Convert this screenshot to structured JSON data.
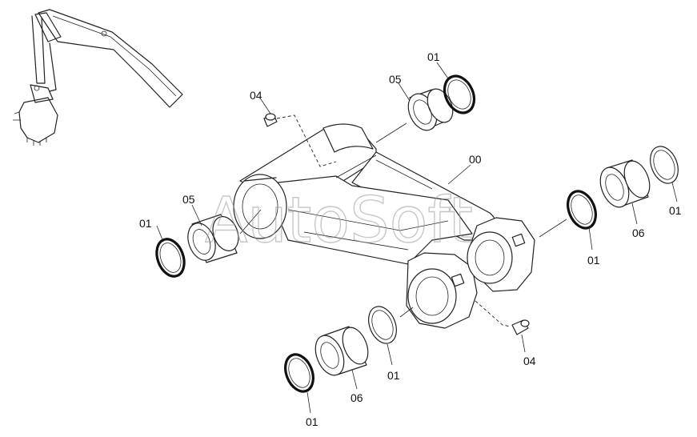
{
  "watermark": "AutoSoft",
  "labels": {
    "part_00": "00",
    "part_01_top": "01",
    "part_01_left": "01",
    "part_01_right_top": "01",
    "part_01_right_mid": "01",
    "part_01_bottom_mid": "01",
    "part_01_bottom": "01",
    "part_04_top": "04",
    "part_04_bottom": "04",
    "part_05_top": "05",
    "part_05_left": "05",
    "part_06_right": "06",
    "part_06_bottom": "06"
  }
}
